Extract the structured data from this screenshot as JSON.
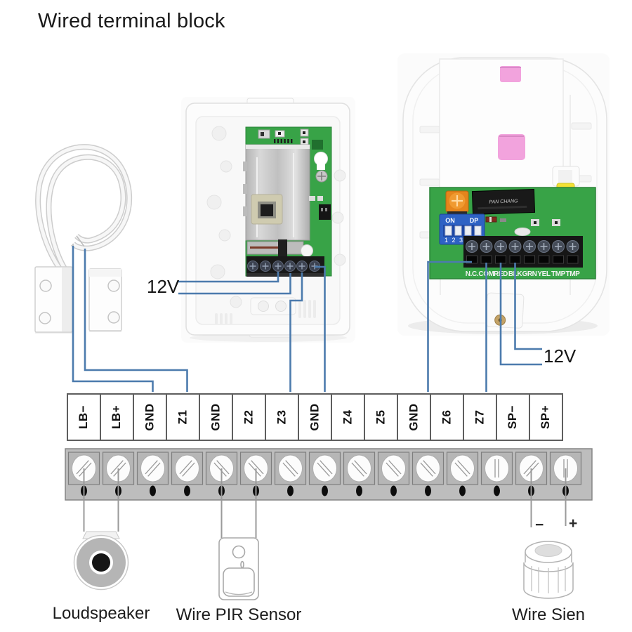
{
  "title": "Wired terminal block",
  "labels": {
    "power_left": "12V",
    "power_right": "12V",
    "siren_minus": "−",
    "siren_plus": "+",
    "loudspeaker": "Loudspeaker",
    "pir": "Wire PIR Sensor",
    "siren": "Wire Sien"
  },
  "terminal_block": {
    "labels": [
      "LB−",
      "LB+",
      "GND",
      "Z1",
      "GND",
      "Z2",
      "Z3",
      "GND",
      "Z4",
      "Z5",
      "GND",
      "Z6",
      "Z7",
      "SP−",
      "SP+"
    ]
  },
  "terminal_strip": {
    "slots": [
      "/",
      "/",
      "/",
      "/",
      "\\",
      "\\",
      "\\",
      "\\",
      "\\",
      "\\",
      "\\",
      "\\",
      "|",
      "/",
      "|"
    ]
  },
  "pir_board": {
    "terminal_labels": [
      "N.C.",
      "COM",
      "RED",
      "BLK",
      "GRN",
      "YEL",
      "TMP",
      "TMP"
    ],
    "dip_on": "ON",
    "dip_dp": "DP",
    "dip_numbers": "1 2 3 4",
    "relay_text": "PAN CHANG"
  },
  "colors": {
    "wire_blue": "#4c7bad",
    "wire_gray": "#9a9a9a",
    "pcb_green": "#38a347",
    "pink_sticker": "#f2a3dd",
    "dip_blue": "#2e62c4",
    "trimpot_orange": "#e5851c",
    "tamper_yellow": "#f3e135"
  }
}
